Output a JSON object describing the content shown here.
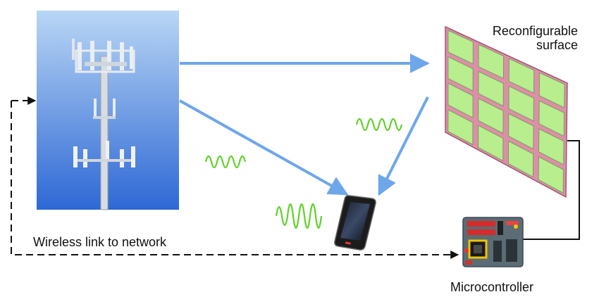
{
  "labels": {
    "surface_line1": "Reconfigurable",
    "surface_line2": "surface",
    "wireless_link": "Wireless link to network",
    "microcontroller": "Microcontroller"
  },
  "colors": {
    "sky_top": "#b9d6f5",
    "sky_bottom": "#2e68d4",
    "beam": "#6ea6ea",
    "wave": "#5fd12a",
    "surface_frame": "#de8fa8",
    "surface_cell": "#b8ee8e",
    "dashed_link": "#111111",
    "pcb": "#5b6c74"
  },
  "icons": {
    "tower": "cell-tower-icon",
    "phone": "smartphone-icon",
    "board": "microcontroller-board-icon"
  }
}
